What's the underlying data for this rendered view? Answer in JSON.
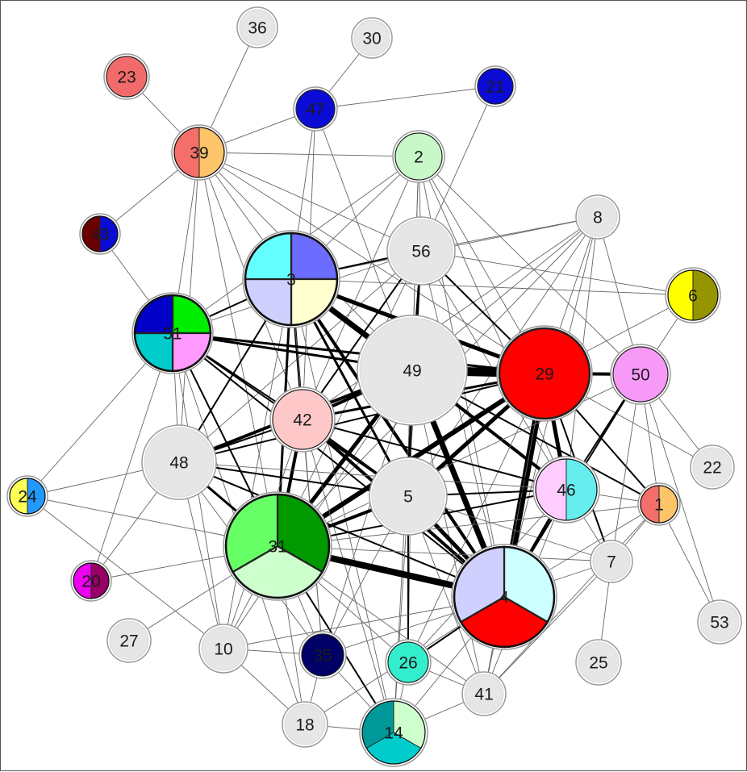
{
  "nodes": [
    {
      "id": "36",
      "fill": "#e6e6e6"
    },
    {
      "id": "30",
      "fill": "#e6e6e6"
    },
    {
      "id": "23",
      "fill": "#f26b6b"
    },
    {
      "id": "21",
      "fill": "#0b0bd6"
    },
    {
      "id": "47",
      "fill": "#0b0bd6"
    },
    {
      "id": "39",
      "wedges": [
        "#fdc46a",
        "#f46f6a"
      ]
    },
    {
      "id": "2",
      "fill": "#c8f7c8"
    },
    {
      "id": "43",
      "wedges": [
        "#0b0bd6",
        "#6b0000"
      ]
    },
    {
      "id": "8",
      "fill": "#e6e6e6"
    },
    {
      "id": "56",
      "fill": "#e6e6e6"
    },
    {
      "id": "3",
      "wedges": [
        "#6c6cff",
        "#ffffd0",
        "#d0d0ff",
        "#66ffff"
      ]
    },
    {
      "id": "6",
      "wedges": [
        "#959500",
        "#ffff00"
      ]
    },
    {
      "id": "51",
      "wedges": [
        "#00ee00",
        "#ff99ff",
        "#00cccc",
        "#0000c8"
      ]
    },
    {
      "id": "49",
      "fill": "#e6e6e6"
    },
    {
      "id": "29",
      "fill": "#ff0000"
    },
    {
      "id": "50",
      "fill": "#f799f7"
    },
    {
      "id": "42",
      "fill": "#ffc8c8"
    },
    {
      "id": "22",
      "fill": "#e6e6e6"
    },
    {
      "id": "48",
      "fill": "#e6e6e6"
    },
    {
      "id": "24",
      "wedges": [
        "#2299ff",
        "#ffff55"
      ]
    },
    {
      "id": "5",
      "fill": "#e6e6e6"
    },
    {
      "id": "46",
      "wedges": [
        "#66eeee",
        "#ffccff"
      ]
    },
    {
      "id": "1",
      "wedges": [
        "#fdc46a",
        "#f46f6a"
      ]
    },
    {
      "id": "31",
      "wedges": [
        "#009900",
        "#ccffcc",
        "#66ff66"
      ]
    },
    {
      "id": "7",
      "fill": "#e6e6e6"
    },
    {
      "id": "20",
      "wedges": [
        "#990066",
        "#ee00ee"
      ]
    },
    {
      "id": "4",
      "wedges": [
        "#ccffff",
        "#ff0000",
        "#d0d0ff"
      ]
    },
    {
      "id": "53",
      "fill": "#e6e6e6"
    },
    {
      "id": "27",
      "fill": "#e6e6e6"
    },
    {
      "id": "10",
      "fill": "#e6e6e6"
    },
    {
      "id": "35",
      "fill": "#000066"
    },
    {
      "id": "26",
      "fill": "#33eecc"
    },
    {
      "id": "25",
      "fill": "#e6e6e6"
    },
    {
      "id": "41",
      "fill": "#e6e6e6"
    },
    {
      "id": "18",
      "fill": "#e6e6e6"
    },
    {
      "id": "14",
      "wedges": [
        "#ccffcc",
        "#00cccc",
        "#009999"
      ]
    }
  ],
  "edges": [
    [
      "36",
      "39",
      1
    ],
    [
      "30",
      "47",
      1
    ],
    [
      "23",
      "39",
      1
    ],
    [
      "21",
      "47",
      1
    ],
    [
      "21",
      "56",
      1
    ],
    [
      "47",
      "39",
      1
    ],
    [
      "47",
      "3",
      1
    ],
    [
      "47",
      "49",
      1
    ],
    [
      "47",
      "42",
      1
    ],
    [
      "39",
      "2",
      1
    ],
    [
      "39",
      "3",
      1
    ],
    [
      "39",
      "51",
      1
    ],
    [
      "39",
      "56",
      1
    ],
    [
      "39",
      "43",
      1
    ],
    [
      "39",
      "49",
      1
    ],
    [
      "39",
      "29",
      1
    ],
    [
      "39",
      "42",
      1
    ],
    [
      "39",
      "48",
      1
    ],
    [
      "39",
      "31",
      1
    ],
    [
      "2",
      "3",
      1.5
    ],
    [
      "2",
      "56",
      1
    ],
    [
      "2",
      "49",
      1
    ],
    [
      "2",
      "29",
      1
    ],
    [
      "2",
      "50",
      1
    ],
    [
      "2",
      "5",
      1
    ],
    [
      "2",
      "42",
      1
    ],
    [
      "2",
      "46",
      1
    ],
    [
      "2",
      "4",
      1
    ],
    [
      "2",
      "51",
      1
    ],
    [
      "43",
      "51",
      1
    ],
    [
      "8",
      "56",
      1
    ],
    [
      "8",
      "49",
      1
    ],
    [
      "8",
      "29",
      1
    ],
    [
      "8",
      "42",
      1
    ],
    [
      "8",
      "5",
      1
    ],
    [
      "8",
      "4",
      1
    ],
    [
      "8",
      "46",
      1
    ],
    [
      "8",
      "50",
      1
    ],
    [
      "8",
      "3",
      1
    ],
    [
      "8",
      "31",
      1
    ],
    [
      "56",
      "3",
      2
    ],
    [
      "56",
      "49",
      2
    ],
    [
      "56",
      "29",
      2
    ],
    [
      "56",
      "42",
      2
    ],
    [
      "56",
      "5",
      2
    ],
    [
      "56",
      "51",
      1.5
    ],
    [
      "56",
      "4",
      1.5
    ],
    [
      "56",
      "31",
      1.5
    ],
    [
      "56",
      "46",
      1
    ],
    [
      "56",
      "48",
      1
    ],
    [
      "3",
      "51",
      2
    ],
    [
      "3",
      "49",
      7
    ],
    [
      "3",
      "29",
      5
    ],
    [
      "3",
      "42",
      3
    ],
    [
      "3",
      "48",
      2
    ],
    [
      "3",
      "5",
      3
    ],
    [
      "3",
      "31",
      3
    ],
    [
      "3",
      "4",
      4
    ],
    [
      "3",
      "46",
      2
    ],
    [
      "3",
      "14",
      1
    ],
    [
      "3",
      "10",
      1
    ],
    [
      "3",
      "35",
      1
    ],
    [
      "6",
      "29",
      1
    ],
    [
      "6",
      "50",
      1
    ],
    [
      "6",
      "56",
      1
    ],
    [
      "6",
      "3",
      1
    ],
    [
      "51",
      "49",
      3
    ],
    [
      "51",
      "29",
      3
    ],
    [
      "51",
      "42",
      2
    ],
    [
      "51",
      "48",
      1.5
    ],
    [
      "51",
      "31",
      2
    ],
    [
      "51",
      "5",
      2
    ],
    [
      "51",
      "4",
      2
    ],
    [
      "51",
      "24",
      1
    ],
    [
      "51",
      "20",
      1
    ],
    [
      "51",
      "10",
      1
    ],
    [
      "51",
      "18",
      1
    ],
    [
      "49",
      "29",
      11
    ],
    [
      "49",
      "42",
      4
    ],
    [
      "49",
      "48",
      4
    ],
    [
      "49",
      "5",
      4
    ],
    [
      "49",
      "31",
      5
    ],
    [
      "49",
      "4",
      7
    ],
    [
      "49",
      "46",
      4
    ],
    [
      "49",
      "50",
      2
    ],
    [
      "49",
      "1",
      2
    ],
    [
      "49",
      "26",
      1
    ],
    [
      "49",
      "41",
      1
    ],
    [
      "49",
      "10",
      1
    ],
    [
      "49",
      "35",
      1
    ],
    [
      "49",
      "14",
      1
    ],
    [
      "29",
      "50",
      4
    ],
    [
      "29",
      "42",
      3
    ],
    [
      "29",
      "5",
      5
    ],
    [
      "29",
      "31",
      6
    ],
    [
      "29",
      "4",
      9
    ],
    [
      "29",
      "46",
      5
    ],
    [
      "29",
      "1",
      2
    ],
    [
      "29",
      "7",
      2
    ],
    [
      "29",
      "48",
      2
    ],
    [
      "29",
      "22",
      1
    ],
    [
      "29",
      "41",
      1
    ],
    [
      "29",
      "26",
      1
    ],
    [
      "50",
      "22",
      1
    ],
    [
      "50",
      "46",
      2
    ],
    [
      "50",
      "1",
      1
    ],
    [
      "50",
      "4",
      2
    ],
    [
      "50",
      "31",
      1
    ],
    [
      "50",
      "7",
      1
    ],
    [
      "50",
      "53",
      1
    ],
    [
      "42",
      "48",
      2
    ],
    [
      "42",
      "5",
      3
    ],
    [
      "42",
      "31",
      4
    ],
    [
      "42",
      "4",
      4
    ],
    [
      "42",
      "46",
      2
    ],
    [
      "42",
      "10",
      1
    ],
    [
      "42",
      "35",
      1
    ],
    [
      "42",
      "14",
      1
    ],
    [
      "48",
      "5",
      2
    ],
    [
      "48",
      "31",
      3
    ],
    [
      "48",
      "24",
      1
    ],
    [
      "48",
      "4",
      2
    ],
    [
      "48",
      "20",
      1
    ],
    [
      "48",
      "10",
      1
    ],
    [
      "48",
      "46",
      1
    ],
    [
      "48",
      "35",
      1
    ],
    [
      "5",
      "31",
      4
    ],
    [
      "5",
      "4",
      5
    ],
    [
      "5",
      "46",
      2
    ],
    [
      "5",
      "26",
      2
    ],
    [
      "5",
      "41",
      1
    ],
    [
      "5",
      "7",
      1
    ],
    [
      "5",
      "35",
      1
    ],
    [
      "5",
      "14",
      1
    ],
    [
      "46",
      "4",
      3
    ],
    [
      "46",
      "1",
      1
    ],
    [
      "46",
      "7",
      1
    ],
    [
      "46",
      "31",
      2
    ],
    [
      "46",
      "41",
      1
    ],
    [
      "46",
      "26",
      1
    ],
    [
      "1",
      "7",
      1
    ],
    [
      "1",
      "53",
      1
    ],
    [
      "1",
      "4",
      1
    ],
    [
      "1",
      "41",
      1
    ],
    [
      "1",
      "31",
      1
    ],
    [
      "31",
      "4",
      8
    ],
    [
      "31",
      "10",
      1.5
    ],
    [
      "31",
      "35",
      1.5
    ],
    [
      "31",
      "26",
      1.5
    ],
    [
      "31",
      "14",
      2
    ],
    [
      "31",
      "41",
      1.5
    ],
    [
      "31",
      "18",
      1
    ],
    [
      "31",
      "20",
      1
    ],
    [
      "31",
      "27",
      1
    ],
    [
      "31",
      "24",
      1
    ],
    [
      "7",
      "4",
      1
    ],
    [
      "7",
      "25",
      1
    ],
    [
      "7",
      "41",
      1
    ],
    [
      "7",
      "31",
      1
    ],
    [
      "4",
      "41",
      1.5
    ],
    [
      "4",
      "26",
      2
    ],
    [
      "4",
      "14",
      1.5
    ],
    [
      "4",
      "35",
      1.5
    ],
    [
      "4",
      "10",
      1
    ],
    [
      "4",
      "18",
      1
    ],
    [
      "10",
      "35",
      1
    ],
    [
      "10",
      "18",
      1
    ],
    [
      "10",
      "24",
      1
    ],
    [
      "35",
      "14",
      1
    ],
    [
      "35",
      "18",
      1
    ],
    [
      "26",
      "41",
      1
    ],
    [
      "26",
      "14",
      1
    ],
    [
      "41",
      "14",
      1
    ],
    [
      "18",
      "14",
      1
    ]
  ]
}
